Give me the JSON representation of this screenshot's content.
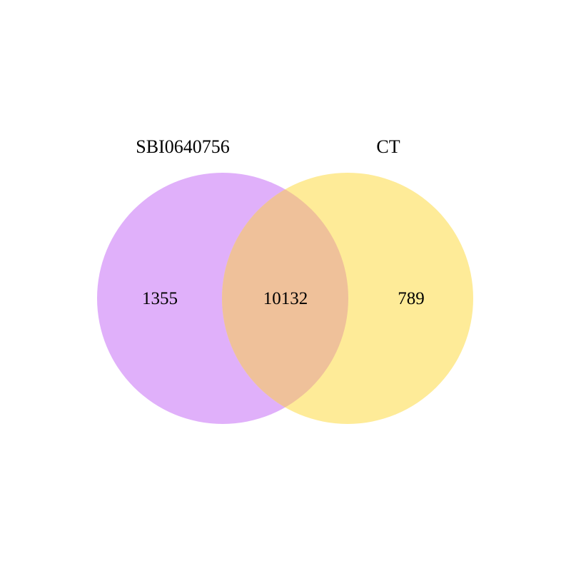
{
  "diagram": {
    "type": "venn",
    "sets": [
      {
        "name": "SBI0640756",
        "only_count": "1355",
        "color": "#e0b0fa"
      },
      {
        "name": "CT",
        "only_count": "789",
        "color": "#feeb98"
      }
    ],
    "intersection": {
      "count": "10132",
      "color": "#efc19a"
    }
  }
}
